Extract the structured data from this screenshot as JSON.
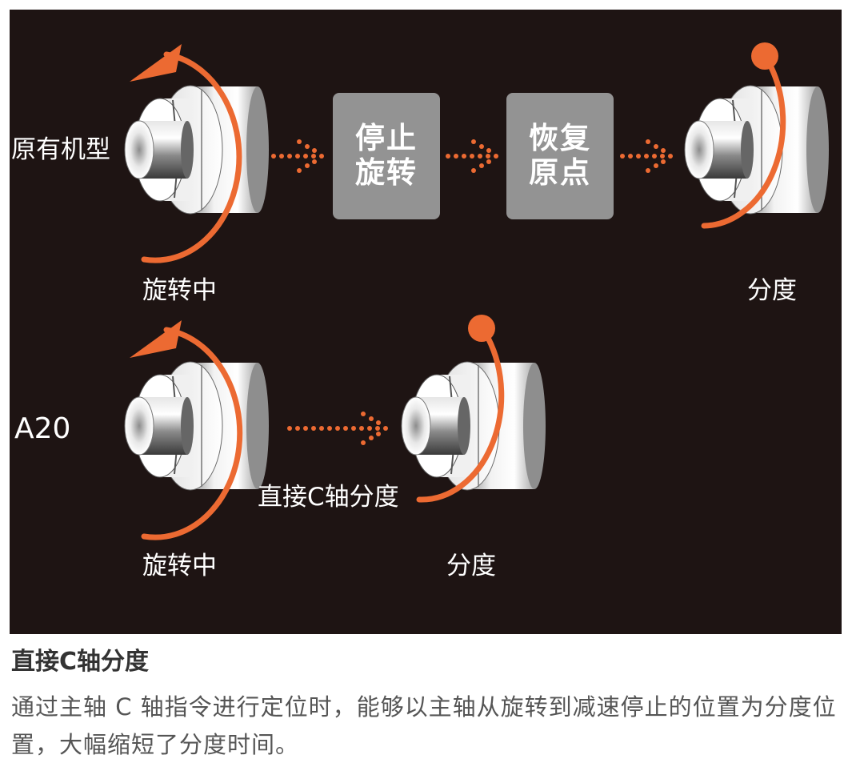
{
  "labels": {
    "row1_name": "原有机型",
    "row1_rotating": "旋转中",
    "row1_index": "分度",
    "row2_name": "A20",
    "row2_rotating": "旋转中",
    "row2_direct": "直接C轴分度",
    "row2_index": "分度"
  },
  "boxes": [
    {
      "line1": "停止",
      "line2": "旋转"
    },
    {
      "line1": "恢复",
      "line2": "原点"
    }
  ],
  "caption": {
    "title": "直接C轴分度",
    "body": "通过主轴 C 轴指令进行定位时，能够以主轴从旋转到减速停止的位置为分度位置，大幅缩短了分度时间。"
  },
  "colors": {
    "panel_background": "#1e1413",
    "accent_orange": "#ec6a32",
    "box_gray": "#939393"
  }
}
